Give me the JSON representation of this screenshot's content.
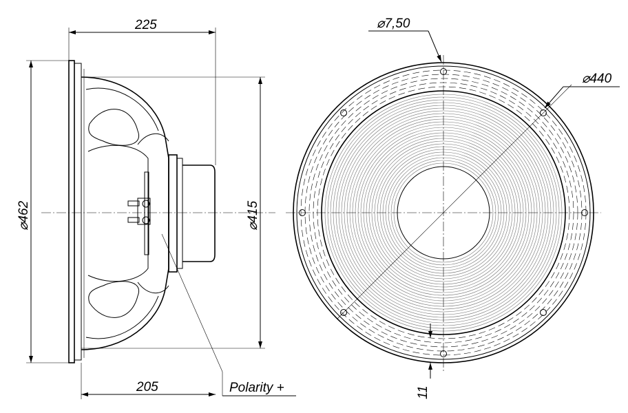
{
  "drawing": {
    "side_view": {
      "overall_depth": "225",
      "outer_diameter": "⌀462",
      "baffle_cutout": "⌀415",
      "mounting_depth": "205",
      "polarity_label": "Polarity +"
    },
    "front_view": {
      "hole_diameter": "⌀7,50",
      "bolt_circle": "⌀440",
      "flange_thickness": "11"
    }
  }
}
